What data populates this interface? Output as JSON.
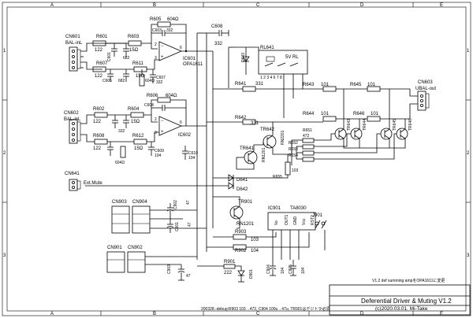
{
  "frame": {
    "cols": [
      "A",
      "B",
      "C",
      "D",
      "E"
    ],
    "rows": [
      "1",
      "2",
      "3"
    ]
  },
  "connectors": {
    "cn601": {
      "ref": "CN601",
      "name": "BAL-inL"
    },
    "cn602": {
      "ref": "CN602",
      "name": "BAL-inL"
    },
    "cn603": {
      "ref": "CN603",
      "name": "UBAL-out"
    },
    "cn641": {
      "ref": "CN641",
      "name": "Ext.Mute"
    },
    "cn903": {
      "ref": "CN903"
    },
    "cn904": {
      "ref": "CN904"
    },
    "cn901": {
      "ref": "CN901"
    },
    "cn902": {
      "ref": "CN902"
    },
    "j901": {
      "ref": "J901"
    }
  },
  "ics": {
    "ic601": {
      "ref": "IC601",
      "part": "OPA1611"
    },
    "ic602": {
      "ref": "IC602"
    },
    "ic901": {
      "ref": "IC901",
      "part": "TA8030"
    },
    "ic901_pins": [
      "Vo",
      "OUT1",
      "GND",
      "Vcc",
      "RST2"
    ]
  },
  "resistors": [
    {
      "ref": "R601",
      "val": "122"
    },
    {
      "ref": "R603",
      "val": "15Ω"
    },
    {
      "ref": "R605",
      "val": "604Ω"
    },
    {
      "ref": "R607",
      "val": "122"
    },
    {
      "ref": "R609",
      "val": "604Ω"
    },
    {
      "ref": "R611",
      "val": "15Ω"
    },
    {
      "ref": "R602",
      "val": "122"
    },
    {
      "ref": "R604",
      "val": "15Ω"
    },
    {
      "ref": "R606",
      "val": "604Ω"
    },
    {
      "ref": "R608",
      "val": "122"
    },
    {
      "ref": "R610",
      "val": "604Ω"
    },
    {
      "ref": "R612",
      "val": "15Ω"
    },
    {
      "ref": "R641",
      "val": "331"
    },
    {
      "ref": "R642",
      "val": "331"
    },
    {
      "ref": "R643",
      "val": "101"
    },
    {
      "ref": "R644",
      "val": "101"
    },
    {
      "ref": "R645",
      "val": "101"
    },
    {
      "ref": "R646",
      "val": "101"
    },
    {
      "ref": "R651",
      "val": "472"
    },
    {
      "ref": "R652",
      "val": ""
    },
    {
      "ref": "R653",
      "val": ""
    },
    {
      "ref": "R654",
      "val": ""
    },
    {
      "ref": "R655",
      "val": "103"
    },
    {
      "ref": "R901",
      "val": "222"
    },
    {
      "ref": "R902",
      "val": "104"
    },
    {
      "ref": "R903",
      "val": "103"
    }
  ],
  "capacitors": [
    {
      "ref": "C601",
      "val": "682"
    },
    {
      "ref": "C602",
      "val": "682"
    },
    {
      "ref": "C603",
      "val": "332"
    },
    {
      "ref": "C604",
      "val": "332"
    },
    {
      "ref": "C605",
      "val": "682"
    },
    {
      "ref": "C606",
      "val": "682"
    },
    {
      "ref": "C607",
      "val": "332"
    },
    {
      "ref": "C608",
      "val": "332"
    },
    {
      "ref": "C609",
      "val": "104"
    },
    {
      "ref": "C610",
      "val": "104"
    },
    {
      "ref": "C901",
      "val": "47"
    },
    {
      "ref": "C902",
      "val": "47"
    },
    {
      "ref": "C903",
      "val": "47"
    },
    {
      "ref": "C904",
      "val": "104"
    },
    {
      "ref": "C905",
      "val": "104"
    }
  ],
  "transistors": [
    "TR641",
    "TR642",
    "TR643",
    "TR644",
    "TR645",
    "TR646",
    "TR901"
  ],
  "transistor_parts": {
    "tr641": "RN1201",
    "tr642": "RN2201",
    "tr901": "RN1201"
  },
  "diodes": [
    "D641",
    "D642",
    "D643",
    "D901"
  ],
  "relay": {
    "ref": "RL641",
    "rating": "5V RL"
  },
  "notes": {
    "revision": "V1.2 def summing ampをOPA1611に変更",
    "debug": "200328.-debug:R903 103→472, C904 100u→47u, TR901はデジトラ必須"
  },
  "title_block": {
    "title": "Deferential Driver & Muting V1.2",
    "credit": "(c)2020.03.01. Mi-Take"
  }
}
